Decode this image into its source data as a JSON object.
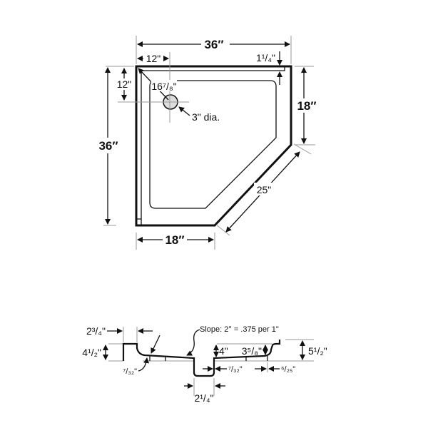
{
  "top_view": {
    "overall_width": "36″",
    "overall_depth": "36″",
    "drain_offset_x": "12\"",
    "drain_offset_y": "12\"",
    "flange_width": "1¹/₄\"",
    "right_side": "18″",
    "diagonal": "25\"",
    "front_side": "18″",
    "drain_diagonal": "16⁷/₈\"",
    "drain_diameter": "3\" dia."
  },
  "section_view": {
    "left_wall_width": "2³/₄\"",
    "left_height": "4¹/₂\"",
    "left_thickness": "⁷/₃₂\"",
    "slope": "Slope: 2° = .375 per 1\"",
    "inner_height": "4\"",
    "threshold_height": "3⁵/₈\"",
    "overall_height": "5¹/₂\"",
    "right_thickness": "⁷/₃₂\"",
    "lip_thickness": "⁶/₂₅\"",
    "drain_width": "2¹/₄\""
  }
}
